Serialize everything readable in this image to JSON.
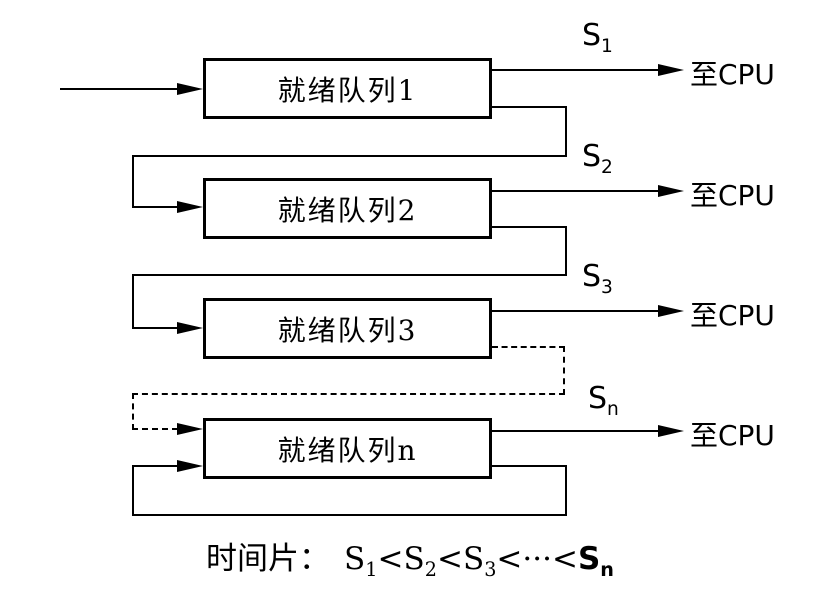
{
  "colors": {
    "background": "#ffffff",
    "line": "#000000",
    "text": "#000000"
  },
  "queues": [
    {
      "label": "就绪队列1",
      "slice_base": "S",
      "slice_sub": "1",
      "cpu_label": "至CPU"
    },
    {
      "label": "就绪队列2",
      "slice_base": "S",
      "slice_sub": "2",
      "cpu_label": "至CPU"
    },
    {
      "label": "就绪队列3",
      "slice_base": "S",
      "slice_sub": "3",
      "cpu_label": "至CPU"
    },
    {
      "label": "就绪队列n",
      "slice_base": "S",
      "slice_sub": "n",
      "cpu_label": "至CPU"
    }
  ],
  "caption": {
    "prefix": "时间片：",
    "separator": "<",
    "terms": [
      {
        "base": "S",
        "sub": "1"
      },
      {
        "base": "S",
        "sub": "2"
      },
      {
        "base": "S",
        "sub": "3"
      },
      {
        "base": "···",
        "sub": ""
      },
      {
        "base": "S",
        "sub": "n"
      }
    ]
  }
}
